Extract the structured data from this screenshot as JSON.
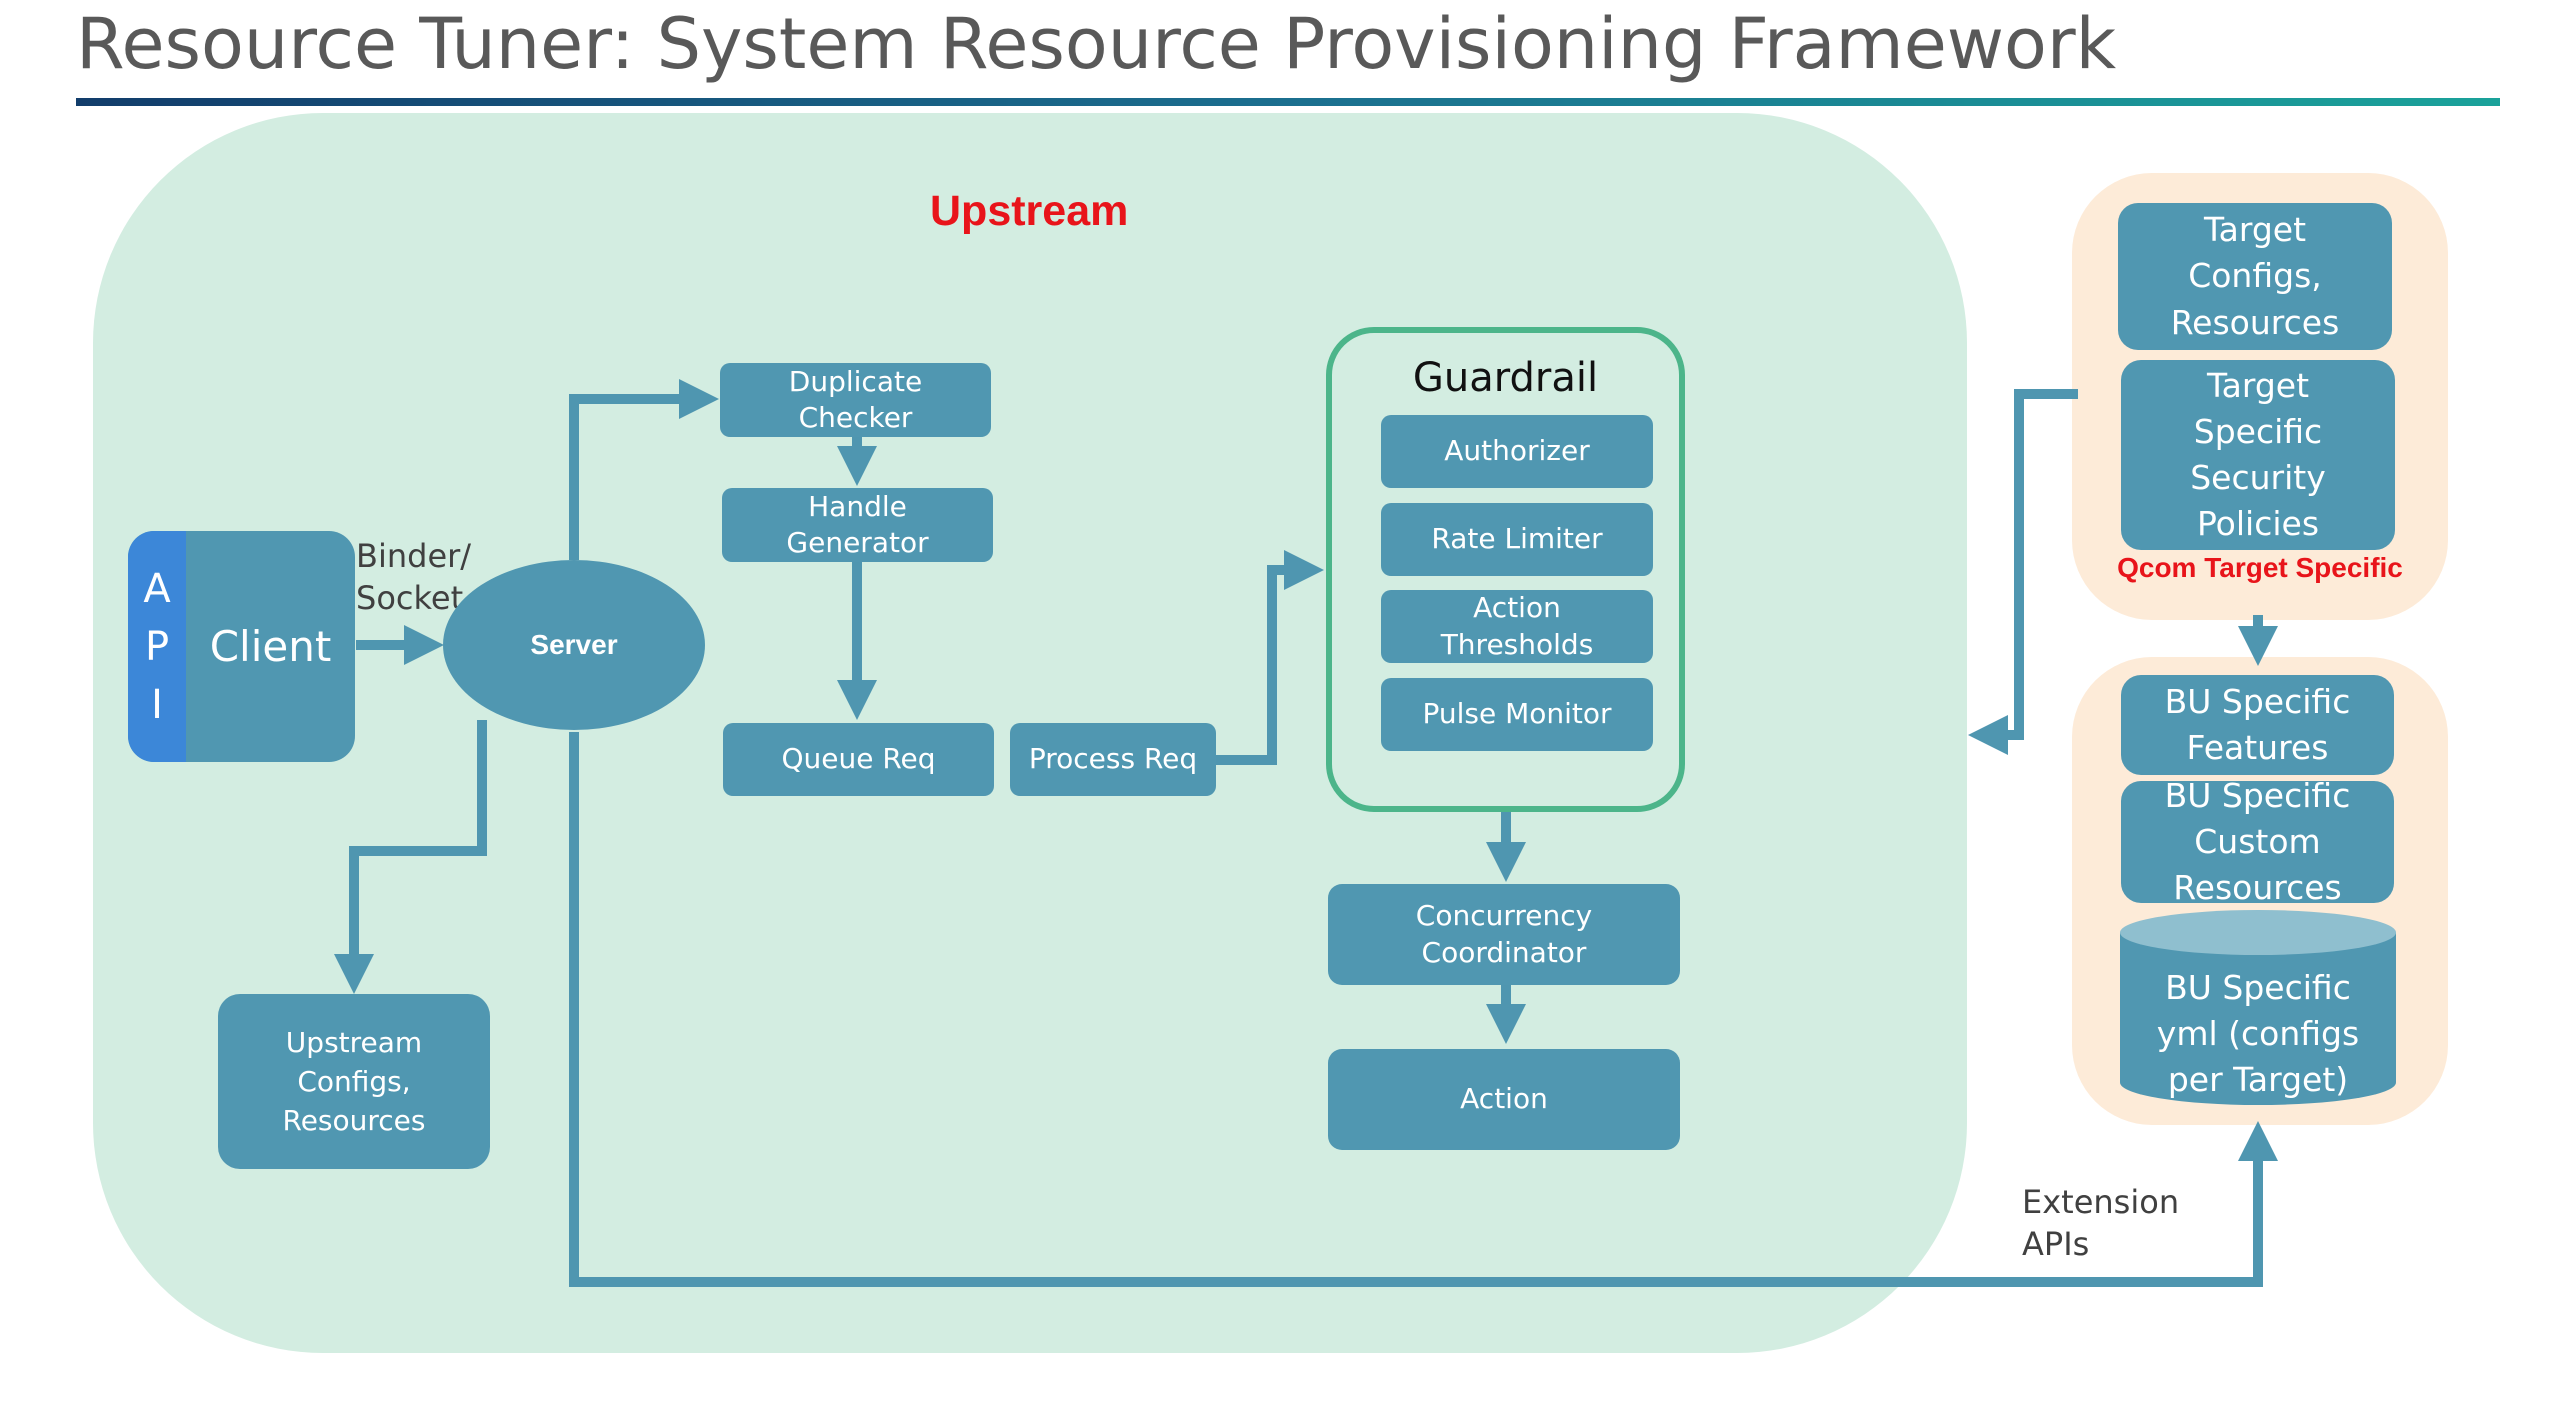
{
  "title": "Resource Tuner: System Resource Provisioning Framework",
  "upstream": {
    "label": "Upstream",
    "client": {
      "api_letters": [
        "A",
        "P",
        "I"
      ],
      "label": "Client"
    },
    "binder_label": "Binder/\nSocket",
    "server_label": "Server",
    "upstream_configs": "Upstream\nConfigs,\nResources",
    "duplicate_checker": "Duplicate\nChecker",
    "handle_generator": "Handle\nGenerator",
    "queue_req": "Queue Req",
    "process_req": "Process Req",
    "guardrail": {
      "title": "Guardrail",
      "items": [
        "Authorizer",
        "Rate Limiter",
        "Action\nThresholds",
        "Pulse Monitor"
      ]
    },
    "concurrency_coordinator": "Concurrency\nCoordinator",
    "action": "Action"
  },
  "target_specific": {
    "target_configs": "Target\nConfigs,\nResources",
    "security_policies": "Target\nSpecific\nSecurity\nPolicies",
    "label": "Qcom Target Specific"
  },
  "bu_specific": {
    "features": "BU Specific\nFeatures",
    "custom_resources": "BU Specific\nCustom\nResources",
    "yml": "BU Specific\nyml (configs\nper Target)"
  },
  "extension_apis_label": "Extension\nAPIs",
  "colors": {
    "box": "#5097b1",
    "upstream_region": "#d3ede1",
    "target_region": "#fdebd8",
    "guardrail_border": "#4cb58a",
    "api_strip": "#3c87d8",
    "accent_red": "#e8141a"
  }
}
